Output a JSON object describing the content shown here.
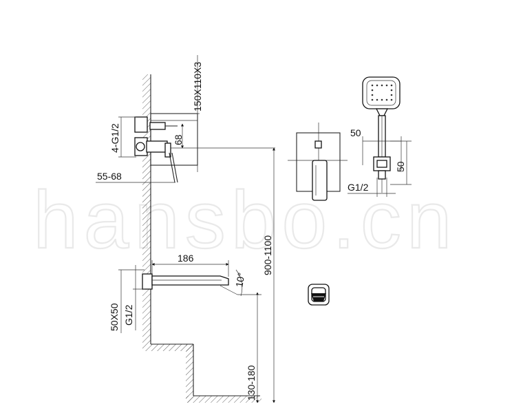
{
  "watermark": "hansbo.cn",
  "colors": {
    "ink": "#111111",
    "watermark": "#e6e6e6",
    "background": "#ffffff"
  },
  "labels": {
    "box_size": "150X110X3",
    "connections": "4-G1/2",
    "valve_offset": "68",
    "wall_depth": "55-68",
    "spout_length": "186",
    "spout_angle": "10°",
    "mount_height": "900-1100",
    "floor_height": "130-180",
    "spout_plate": "50X50",
    "spout_thread": "G1/2",
    "holder_width": "50",
    "holder_height": "50",
    "hose_thread": "G1/2"
  }
}
